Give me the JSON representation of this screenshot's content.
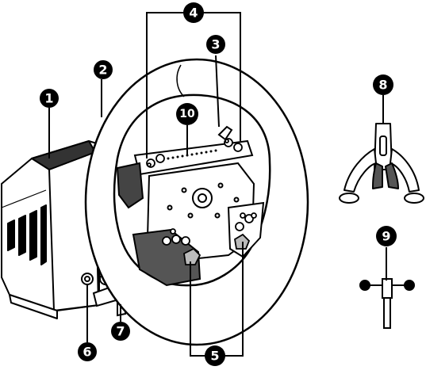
{
  "diagram": {
    "subject": "racing wheel base with wheel and accessories",
    "line_color": "#000000",
    "fill_color": "#ffffff",
    "callout_color": "#000000",
    "callout_text_color": "#ffffff",
    "callouts": [
      {
        "id": "1",
        "label": "1"
      },
      {
        "id": "2",
        "label": "2"
      },
      {
        "id": "3",
        "label": "3"
      },
      {
        "id": "4",
        "label": "4"
      },
      {
        "id": "5",
        "label": "5"
      },
      {
        "id": "6",
        "label": "6"
      },
      {
        "id": "7",
        "label": "7"
      },
      {
        "id": "8",
        "label": "8"
      },
      {
        "id": "9",
        "label": "9"
      },
      {
        "id": "10",
        "label": "10"
      }
    ]
  }
}
